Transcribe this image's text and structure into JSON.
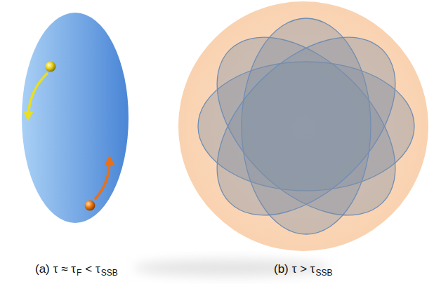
{
  "diagram": {
    "labels": [
      "(a)",
      "τ ≈ τ",
      "F",
      "< τ",
      "SSB",
      "(b)",
      "τ > τ",
      "SSB"
    ]
  }
}
